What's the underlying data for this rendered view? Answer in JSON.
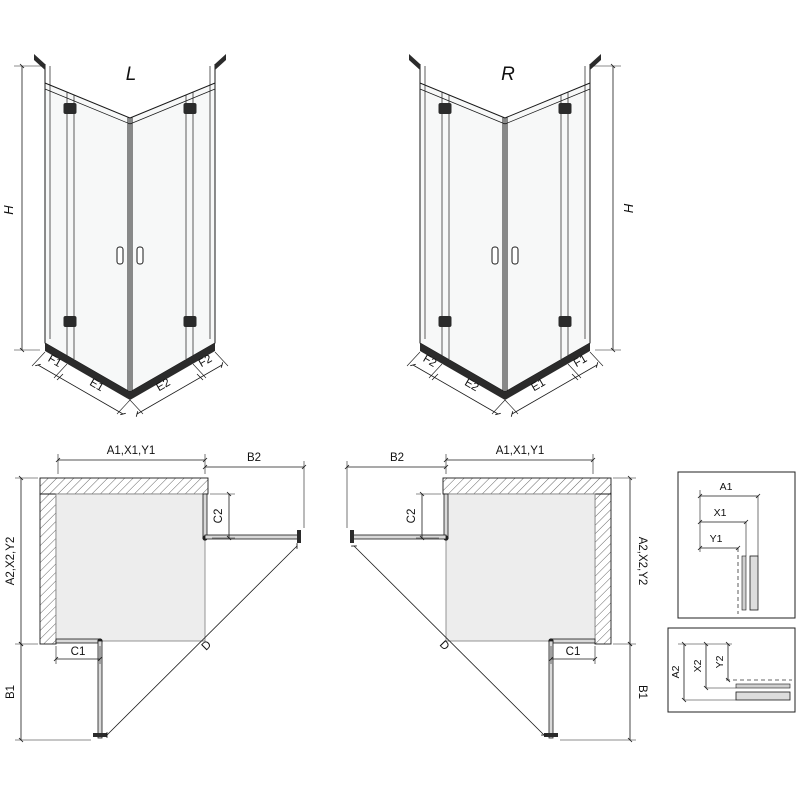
{
  "diagram": {
    "iso_left": {
      "label": "L",
      "height": "H",
      "dims_left": [
        "F1",
        "E1"
      ],
      "dims_right": [
        "E2",
        "F2"
      ]
    },
    "iso_right": {
      "label": "R",
      "height": "H",
      "dims_left": [
        "F2",
        "E2"
      ],
      "dims_right": [
        "E1",
        "F1"
      ]
    },
    "plan_left": {
      "dim_top": "A1,X1,Y1",
      "dim_top_right": "B2",
      "dim_right": "C2",
      "dim_left": "A2,X2,Y2",
      "dim_bottom": "C1",
      "dim_bottom_left": "B1",
      "dim_diagonal": "D"
    },
    "plan_right": {
      "dim_top": "A1,X1,Y1",
      "dim_top_left": "B2",
      "dim_left": "C2",
      "dim_right": "A2,X2,Y2",
      "dim_bottom": "C1",
      "dim_bottom_right": "B1",
      "dim_diagonal": "D"
    },
    "detail_top": {
      "dims": [
        "A1",
        "X1",
        "Y1"
      ]
    },
    "detail_bottom": {
      "dims": [
        "A2",
        "X2",
        "Y2"
      ]
    }
  }
}
